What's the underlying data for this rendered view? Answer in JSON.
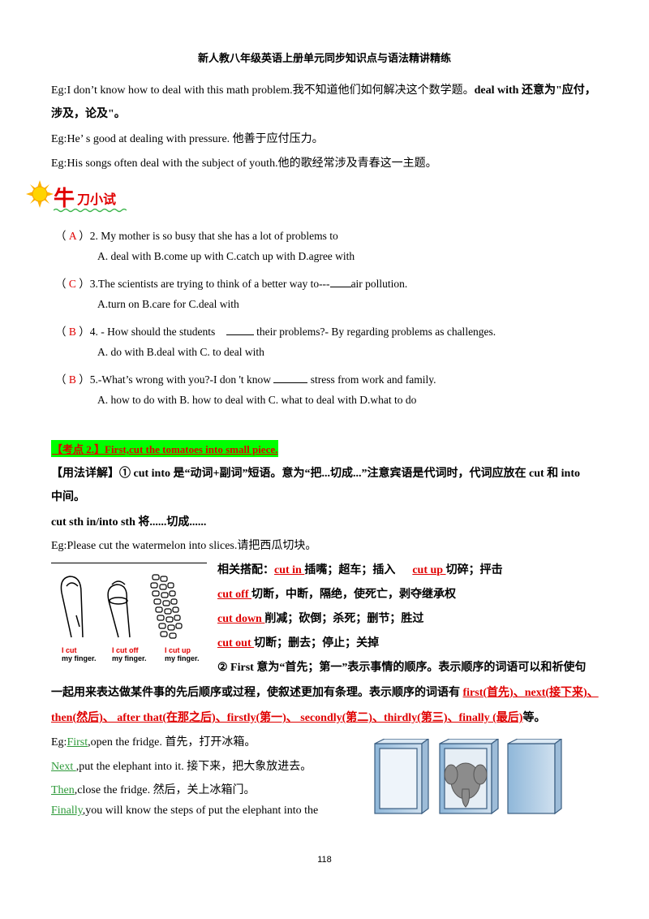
{
  "header": "新人教八年级英语上册单元同步知识点与语法精讲精练",
  "eg1_prefix": "Eg:I don’t know how to deal with this math problem.我不知道他们如何解决这个数学题。",
  "eg1_bold": "deal with 还意为\"应付，",
  "eg1_bold2": "涉及，论及\"。",
  "eg2": "Eg:He’ s good at dealing with pressure. 他善于应付压力。",
  "eg3": "Eg:His songs often deal with the subject of youth.他的歌经常涉及青春这一主题。",
  "section_title": {
    "big": "牛",
    "rest": "刀小试"
  },
  "questions": [
    {
      "answer": "A",
      "stem": "2. My mother is so busy that she has a lot of problems to",
      "options": "A. deal with    B.come up with      C.catch up with       D.agree with"
    },
    {
      "answer": "C",
      "stem_a": "3.The scientists are trying to think of a better way to---",
      "stem_b": "air pollution.",
      "options": "A.turn on          B.care for      C.deal with"
    },
    {
      "answer": "B",
      "stem_a": "4. - How should the students",
      "stem_b": "their problems?- By regarding problems as challenges.",
      "options": "A. do with        B.deal with      C. to deal with"
    },
    {
      "answer": "B",
      "stem_a": "5.-What’s wrong with you?-I  don 't know",
      "stem_b": "stress from work and family.",
      "options": "A. how to do with   B. how to deal with C. what to deal with         D.what to do"
    }
  ],
  "kaodian": "【考点 2.】First,cut  the  tomatoes  into  small  piece.",
  "usage_line1": "【用法详解】① cut into 是“动词+副词”短语。意为“把...切成...”注意宾语是代词时，代词应放在 cut 和 into",
  "usage_line2": "中间。",
  "usage_line3": "cut sth in/into sth 将......切成......",
  "eg_cut": "Eg:Please cut the watermelon into slices.请把西瓜切块。",
  "related": {
    "label": "相关搭配：",
    "items": [
      {
        "phrase": "cut in  ",
        "meaning": "插嘴；超车；插入"
      },
      {
        "phrase": "cut up ",
        "meaning": "切碎；抨击"
      },
      {
        "phrase": "cut off ",
        "meaning": "切断，中断，隔绝，使死亡，剥夺继承权"
      },
      {
        "phrase": "cut down ",
        "meaning": "削减；砍倒；杀死；删节；胜过"
      },
      {
        "phrase": "cut out   ",
        "meaning": "切断；删去；停止；关掉"
      }
    ]
  },
  "first_line1": "② First 意为“首先；第一”表示事情的顺序。表示顺序的词语可以和祈使句",
  "first_line2_a": "一起用来表达做某件事的先后顺序或过程，使叙述更加有条理。表示顺序的词语有 ",
  "first_line2_b": "first(首先)、next(接下来)、",
  "first_line3_a": "then(然后)、  after  that(在那之后)、firstly(第一)、  secondly(第二)、thirdly(第三)、finally   (最后)",
  "first_line3_b": "等。",
  "steps": [
    {
      "prefix": "Eg:",
      "word": "First",
      "rest": ",open  the  fridge. 首先，打开冰箱。"
    },
    {
      "prefix": "",
      "word": "Next ",
      "rest": ",put  the  elephant  into  it. 接下来，把大象放进去。"
    },
    {
      "prefix": "",
      "word": "Then",
      "rest": ",close  the  fridge. 然后，关上冰箱门。"
    },
    {
      "prefix": "",
      "word": "Finally",
      "rest": ",you  will  know  the  steps  of  put  the  elephant  into  the"
    }
  ],
  "finger_captions": [
    {
      "a": "I cut",
      "b": "my finger."
    },
    {
      "a": "I cut off",
      "b": "my finger."
    },
    {
      "a": "I cut up",
      "b": "my finger."
    }
  ],
  "page_number": "118"
}
